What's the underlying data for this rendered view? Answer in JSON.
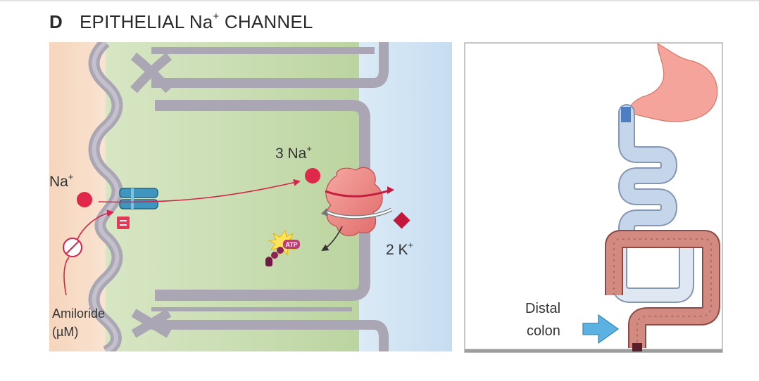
{
  "panel": {
    "letter": "D",
    "title_main": "EPITHELIAL Na",
    "title_sup": "+",
    "title_tail": " CHANNEL"
  },
  "cell_diagram": {
    "na_label": "Na",
    "na_sup": "+",
    "three_na_label": "3 Na",
    "three_na_sup": "+",
    "k_label": "2 K",
    "k_sup": "+",
    "atp_label": "ATP",
    "amiloride_line1": "Amiloride",
    "amiloride_line2": "(µM)"
  },
  "gi_diagram": {
    "distal_line1": "Distal",
    "distal_line2": "colon"
  },
  "colors": {
    "lumen": "#f7dcc6",
    "cytoplasm": "#cfe0b8",
    "interstitium": "#d6e8f6",
    "membrane": "#aaa6b4",
    "sodium": "#e0284a",
    "potassium": "#c2183c",
    "channel": "#3e96be",
    "pump": "#ef8a86",
    "stomach": "#f4a49a",
    "small_intestine": "#c6d6ea",
    "colon": "#d38a80",
    "arrow_blue": "#5bb2e2"
  }
}
